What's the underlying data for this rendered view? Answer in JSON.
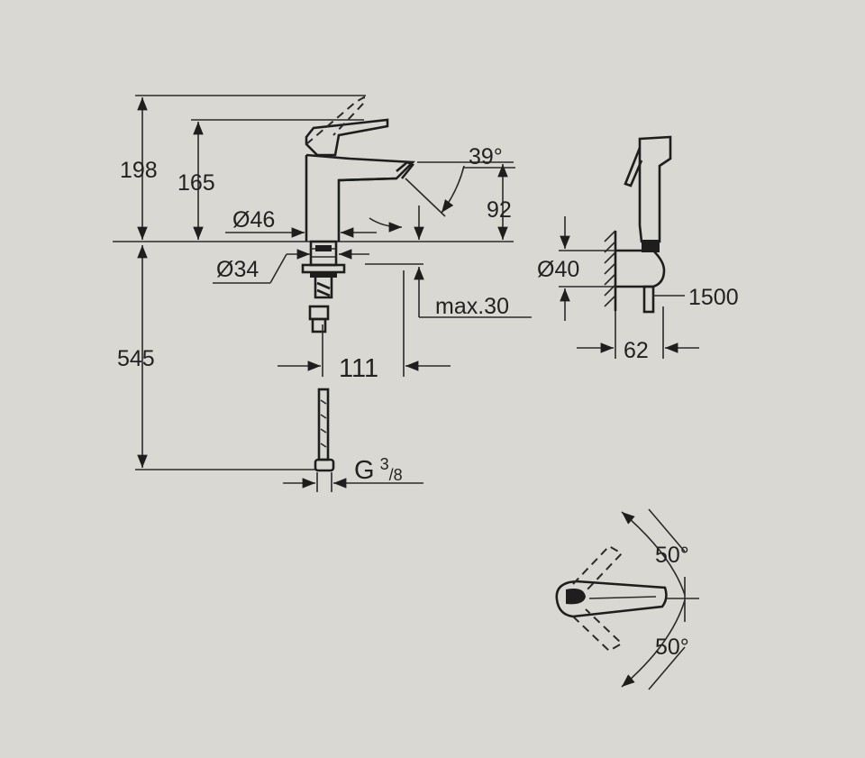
{
  "colors": {
    "paper": "#d9d8d3",
    "ink": "#222222"
  },
  "side_view": {
    "height_total": "198",
    "height_spout": "165",
    "angle": "39°",
    "spout_height": "92",
    "body_diameter": "Ø46",
    "shank_diameter": "Ø34",
    "deck_thickness": "max.30",
    "below_deck_length": "545",
    "spout_reach": "111",
    "connection": "G",
    "connection_superscript": "3",
    "connection_subscript": "/8"
  },
  "shower_view": {
    "holder_diameter": "Ø40",
    "hose_length": "1500",
    "holder_depth": "62"
  },
  "top_view": {
    "angle_up": "50°",
    "angle_down": "50°"
  }
}
